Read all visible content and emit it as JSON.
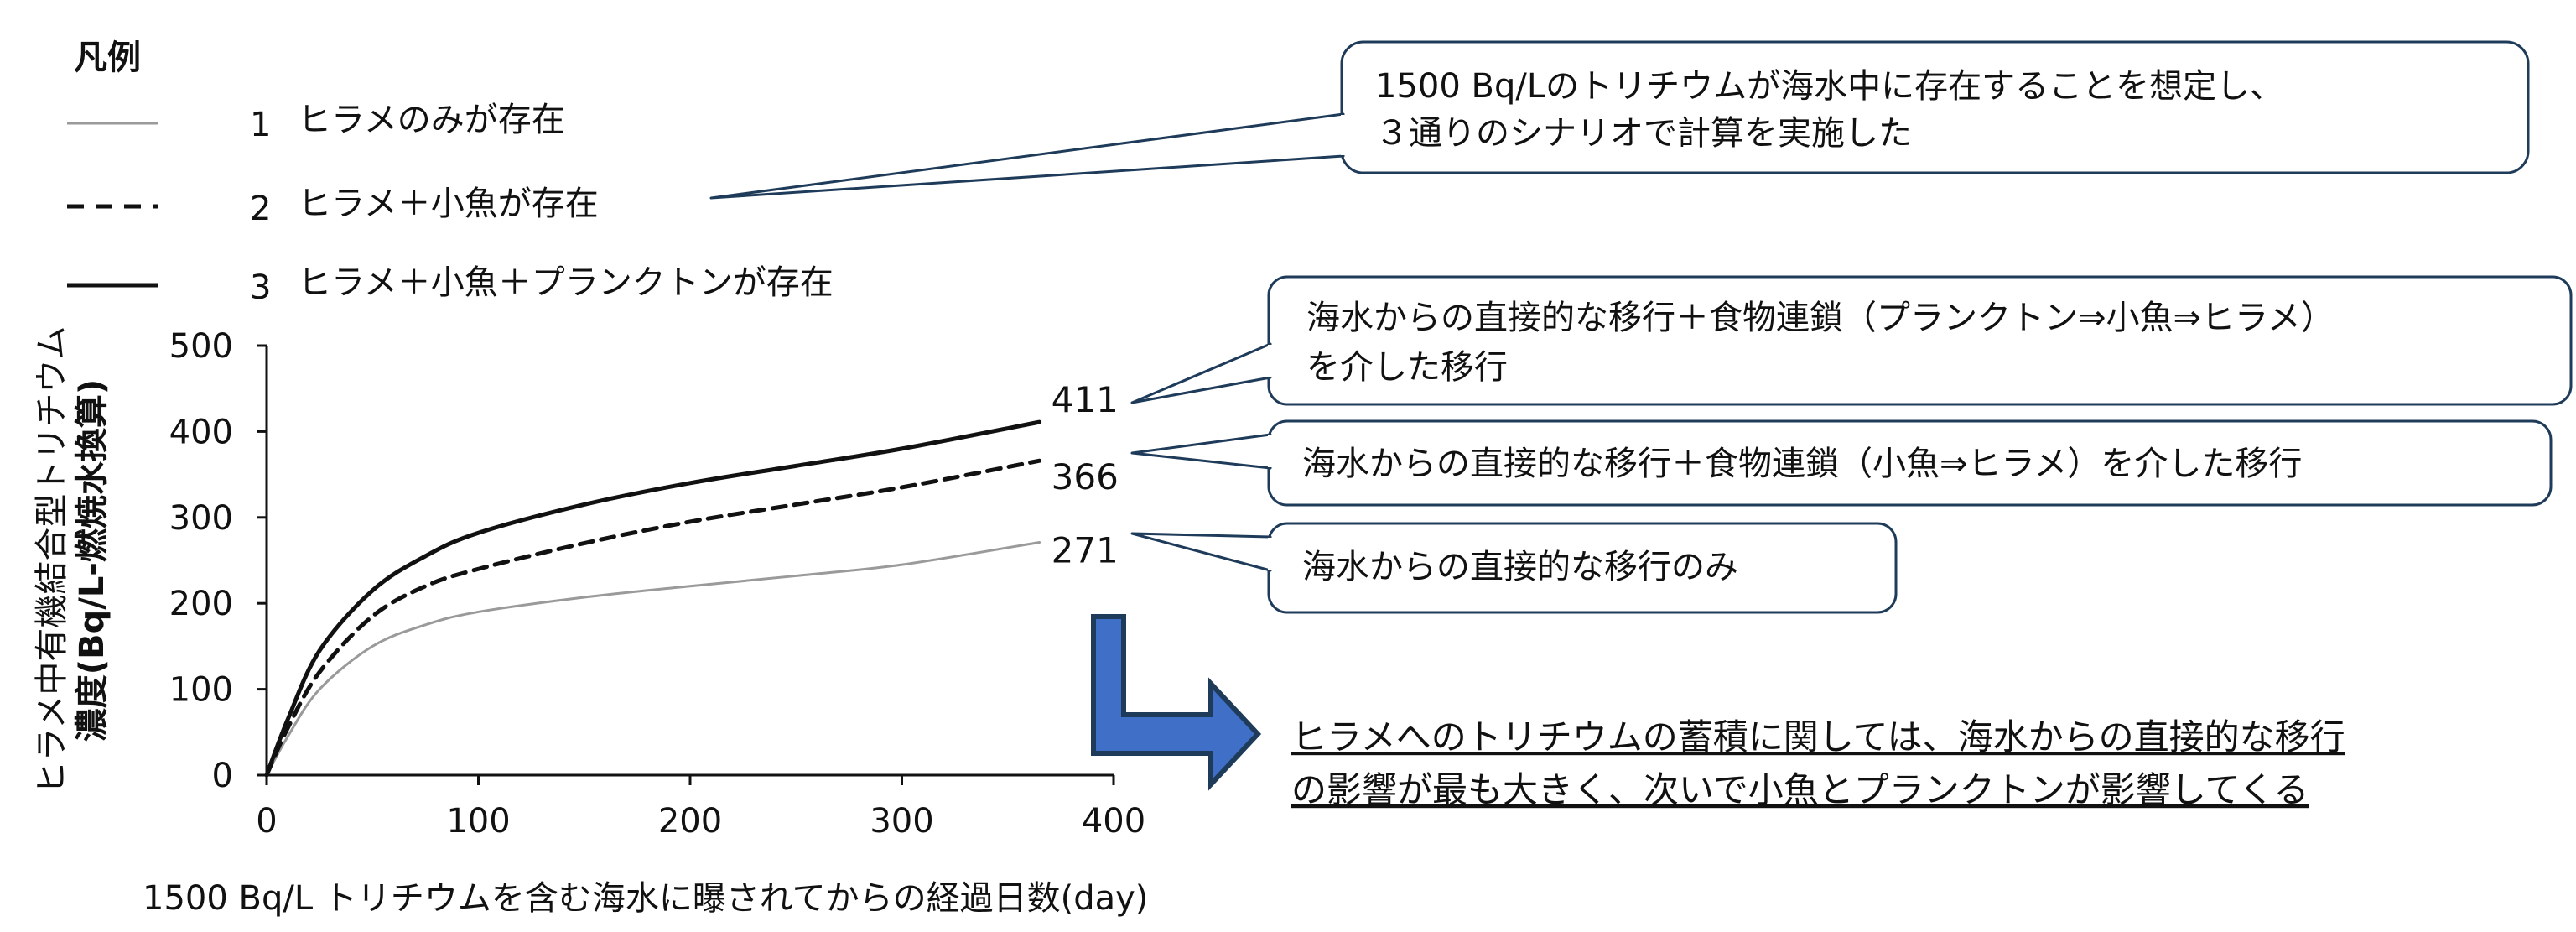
{
  "legend": {
    "title": "凡例",
    "items": [
      {
        "number": "1",
        "label": "ヒラメのみが存在",
        "style": "solid-gray"
      },
      {
        "number": "2",
        "label": "ヒラメ＋小魚が存在",
        "style": "dashed-black"
      },
      {
        "number": "3",
        "label": "ヒラメ＋小魚＋プランクトンが存在",
        "style": "solid-black"
      }
    ]
  },
  "callouts": {
    "scenario_note": [
      "1500 Bq/Lのトリチウムが海水中に存在することを想定し、",
      "３通りのシナリオで計算を実施した"
    ],
    "path_plankton": [
      "海水からの直接的な移行＋食物連鎖（プランクトン⇒小魚⇒ヒラメ）",
      "を介した移行"
    ],
    "path_smallfish": [
      "海水からの直接的な移行＋食物連鎖（小魚⇒ヒラメ）を介した移行"
    ],
    "path_direct": [
      "海水からの直接的な移行のみ"
    ]
  },
  "conclusion": [
    "ヒラメへのトリチウムの蓄積に関しては、海水からの直接的な移行",
    "の影響が最も大きく、次いで小魚とプランクトンが影響してくる"
  ],
  "colors": {
    "dark_navy": "#1f3b5a",
    "arrow_blue": "#3f6fc6",
    "gray_line": "#9a9a9a",
    "black_line": "#111111"
  },
  "chart_data": {
    "type": "line",
    "title": "",
    "xlabel": "1500 Bq/L トリチウムを含む海水に曝されてからの経過日数(day)",
    "ylabel_lines": [
      "ヒラメ中有機結合型トリチウム",
      "濃度(Bq/L-燃焼水換算)"
    ],
    "xlim": [
      0,
      400
    ],
    "ylim": [
      0,
      500
    ],
    "x_ticks": [
      0,
      100,
      200,
      300,
      400
    ],
    "y_ticks": [
      0,
      100,
      200,
      300,
      400,
      500
    ],
    "grid": false,
    "x": [
      0,
      10,
      25,
      50,
      75,
      100,
      150,
      200,
      250,
      300,
      365
    ],
    "series": [
      {
        "name": "1 ヒラメのみが存在",
        "style": "solid-gray",
        "end_label": "271",
        "values": [
          0,
          45,
          100,
          150,
          175,
          190,
          207,
          220,
          232,
          245,
          271
        ]
      },
      {
        "name": "2 ヒラメ＋小魚が存在",
        "style": "dashed-black",
        "end_label": "366",
        "values": [
          0,
          55,
          120,
          185,
          220,
          240,
          270,
          295,
          315,
          335,
          366
        ]
      },
      {
        "name": "3 ヒラメ＋小魚＋プランクトンが存在",
        "style": "solid-black",
        "end_label": "411",
        "values": [
          0,
          65,
          145,
          215,
          255,
          282,
          315,
          340,
          360,
          380,
          411
        ]
      }
    ]
  }
}
